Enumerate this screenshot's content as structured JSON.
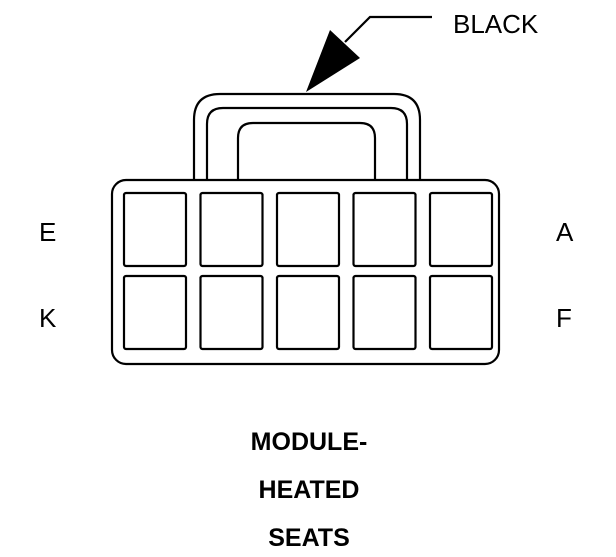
{
  "callout": {
    "color_label": "BLACK"
  },
  "pin_labels": {
    "top_left": "E",
    "top_right": "A",
    "bottom_left": "K",
    "bottom_right": "F"
  },
  "title_lines": [
    "MODULE-",
    "HEATED",
    "SEATS"
  ],
  "connector": {
    "rows": 2,
    "columns": 5
  }
}
